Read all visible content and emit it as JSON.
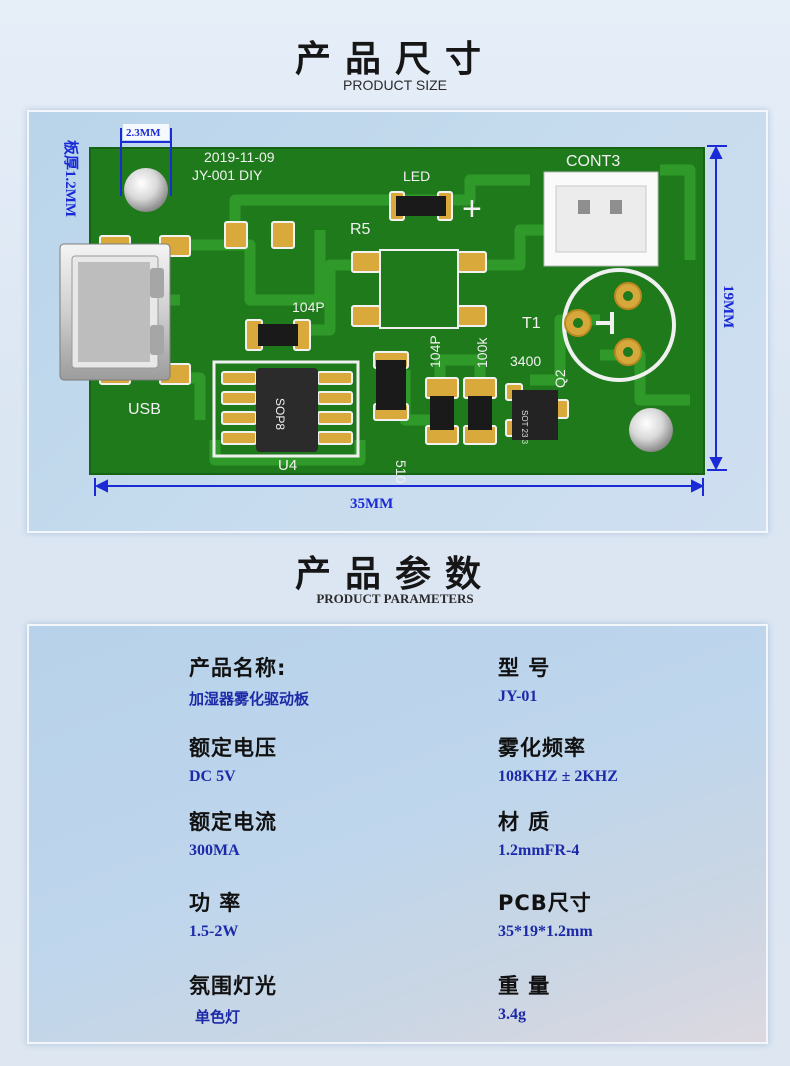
{
  "size_section": {
    "title_cn": "产品尺寸",
    "title_en": "PRODUCT SIZE"
  },
  "pcb": {
    "dim_hole": "2.3MM",
    "dim_thickness": "板厚1.2MM",
    "dim_width": "35MM",
    "dim_height": "19MM",
    "silk_date": "2019-11-09",
    "silk_model": "JY-001  DIY",
    "silk_led": "LED",
    "silk_plus": "+",
    "silk_cont3": "CONT3",
    "silk_r5": "R5",
    "silk_104p_a": "104P",
    "silk_104p_b": "104P",
    "silk_100k": "100k",
    "silk_3400": "3400",
    "silk_q2": "Q2",
    "silk_t1": "T1",
    "silk_usb": "USB",
    "silk_sop8": "SOP8",
    "silk_u4": "U4",
    "silk_510": "510",
    "chip_q": "SOT 23 3"
  },
  "param_section": {
    "title_cn": "产品参数",
    "title_en": "PRODUCT PARAMETERS"
  },
  "params": {
    "name_label": "产品名称:",
    "name_value": "加湿器雾化驱动板",
    "model_label": "型  号",
    "model_value": "JY-01",
    "voltage_label": "额定电压",
    "voltage_value": "DC 5V",
    "freq_label": "雾化频率",
    "freq_value": "108KHZ ± 2KHZ",
    "current_label": "额定电流",
    "current_value": "300MA",
    "material_label": "材  质",
    "material_value": "1.2mmFR-4",
    "power_label": "功  率",
    "power_value": "1.5-2W",
    "pcbsize_label": "PCB尺寸",
    "pcbsize_value": "35*19*1.2mm",
    "light_label": "氛围灯光",
    "light_value": "单色灯",
    "weight_label": "重  量",
    "weight_value": "3.4g"
  }
}
